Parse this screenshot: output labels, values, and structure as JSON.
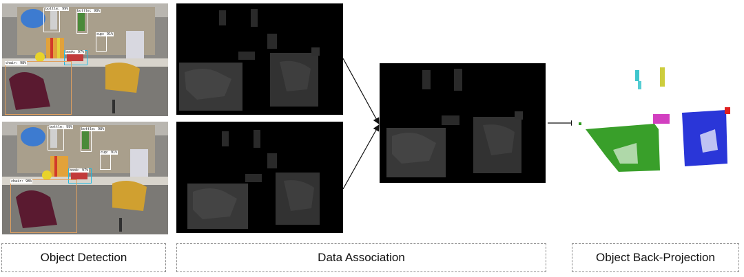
{
  "stages": {
    "detection": "Object Detection",
    "association": "Data Association",
    "backprojection": "Object Back-Projection"
  },
  "detections": {
    "bottle": "bottle: 99%",
    "bottle2": "bottle: 98%",
    "cup": "cup: 91%",
    "book": "book: 97%",
    "chair": "chair: 98%"
  },
  "colors": {
    "green": "#2e9a1f",
    "blue": "#1f2bd6",
    "magenta": "#d23fc0",
    "cyan": "#2ac0c8",
    "yellow": "#c8c828",
    "red": "#e02020",
    "box_white": "#ffffff",
    "box_cyan": "#20b8e0",
    "box_orange": "#e0a060"
  },
  "icons": [
    "arrow-right-icon"
  ]
}
